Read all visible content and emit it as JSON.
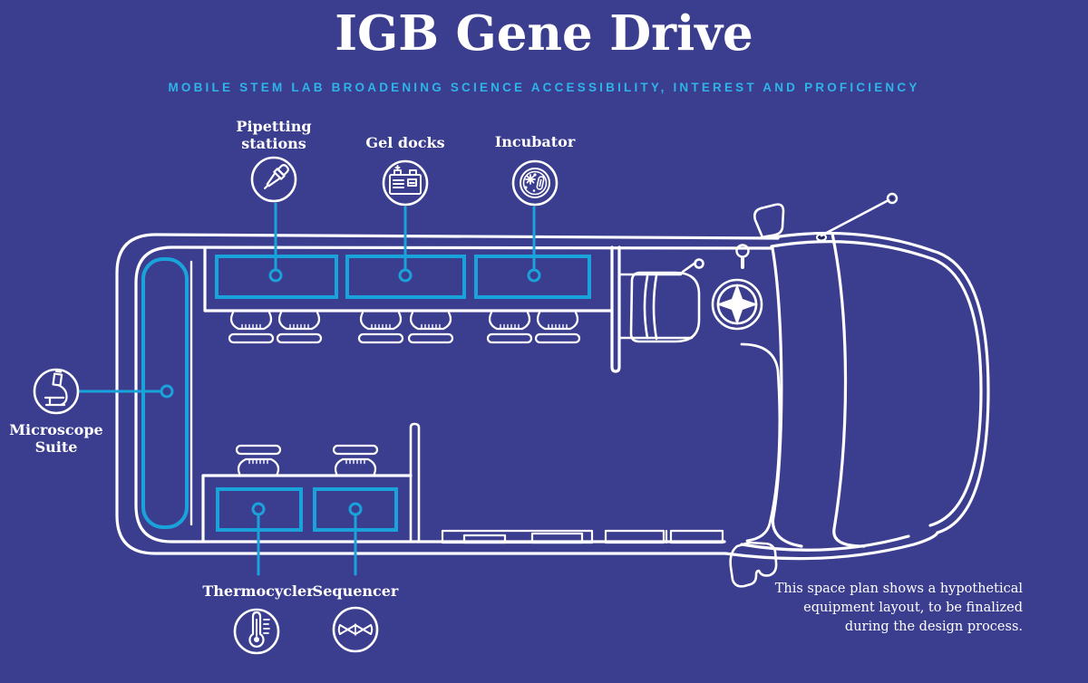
{
  "colors": {
    "background": "#3b3d8e",
    "line": "#ffffff",
    "highlight": "#1aa2da",
    "subtitle": "#2fb4e8"
  },
  "header": {
    "title": "IGB Gene Drive",
    "subtitle": "MOBILE STEM LAB BROADENING SCIENCE ACCESSIBILITY, INTEREST AND PROFICIENCY"
  },
  "equipment": [
    {
      "name": "Pipetting stations",
      "label_lines": [
        "Pipetting",
        "stations"
      ],
      "icon": "pipette-icon"
    },
    {
      "name": "Gel docks",
      "label_lines": [
        "Gel docks"
      ],
      "icon": "gel-electrophoresis-icon"
    },
    {
      "name": "Incubator",
      "label_lines": [
        "Incubator"
      ],
      "icon": "petri-dish-icon"
    },
    {
      "name": "Microscope Suite",
      "label_lines": [
        "Microscope",
        "Suite"
      ],
      "icon": "microscope-icon"
    },
    {
      "name": "Thermocycler",
      "label_lines": [
        "Thermocycler"
      ],
      "icon": "thermometer-icon"
    },
    {
      "name": "Sequencer",
      "label_lines": [
        "Sequencer"
      ],
      "icon": "dna-helix-icon"
    }
  ],
  "note": {
    "lines": [
      "This space plan shows a hypothetical",
      "equipment layout, to be finalized",
      "during the design process."
    ]
  }
}
